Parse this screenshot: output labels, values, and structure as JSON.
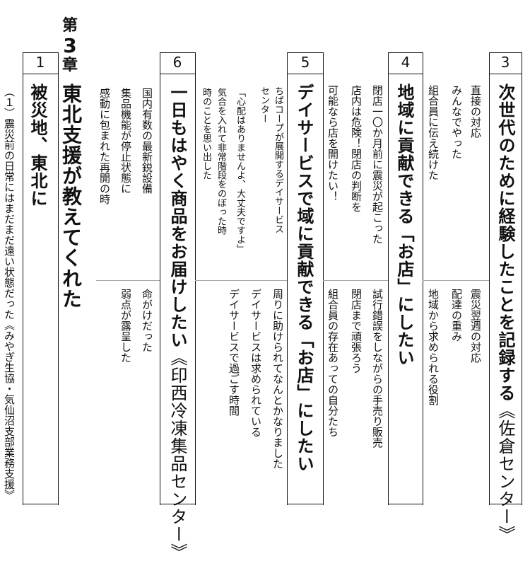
{
  "chapter": {
    "prefix": "第",
    "number": "3",
    "suffix": "章",
    "title": "東北支援が教えてくれた"
  },
  "sections": {
    "s3": {
      "number": "3",
      "title": "次世代のために経験したことを記録する",
      "subtitle": "《佐倉センター》",
      "top": [
        "直接の対応",
        "みんなでやった",
        "組合員に伝え続けた"
      ],
      "bottom": [
        "震災翌週の対応",
        "配達の重み",
        "地域から求められる役割"
      ]
    },
    "s4": {
      "number": "4",
      "title": "地域に貢献できる「お店」にしたい",
      "top": [
        "閉店一〇か月前に震災が起こった",
        "店内は危険！閉店の判断を",
        "可能なら店を開けたい！"
      ],
      "bottom": [
        "試行錯誤をしながらの手売り販売",
        "閉店まで頑張ろう",
        "組合員の存在あっての自分たち"
      ]
    },
    "s5": {
      "number": "5",
      "title": "デイサービスで域に貢献できる「お店」にしたい",
      "top": [
        "ちばコープが展開するデイサービス",
        "センター"
      ],
      "bottom": [
        "周りに助けられてなんとかなりました",
        "デイサービスは求められている",
        "デイサービスで過ごす時間"
      ]
    },
    "s6": {
      "number": "6",
      "title": "一日もはやく商品をお届けしたい",
      "subtitle": "《印西冷凍集品センター》",
      "top": [
        "「心配はありませんよ、大丈夫ですよ」",
        "気合を入れて非常階段をのぼった時",
        "時のことを思い出した"
      ]
    },
    "s1": {
      "number": "1",
      "title": "被災地、東北に",
      "top": [
        "国内有数の最新鋭設備",
        "集品機能が停止状態に",
        "感動に包まれた再開の時"
      ],
      "bottom": [
        "命がけだった",
        "弱点が露呈した"
      ],
      "item": "（１）震災前の日常にはまだまだ遠い状態だった《みやぎ生協・気仙沼支部業務支援》"
    }
  }
}
